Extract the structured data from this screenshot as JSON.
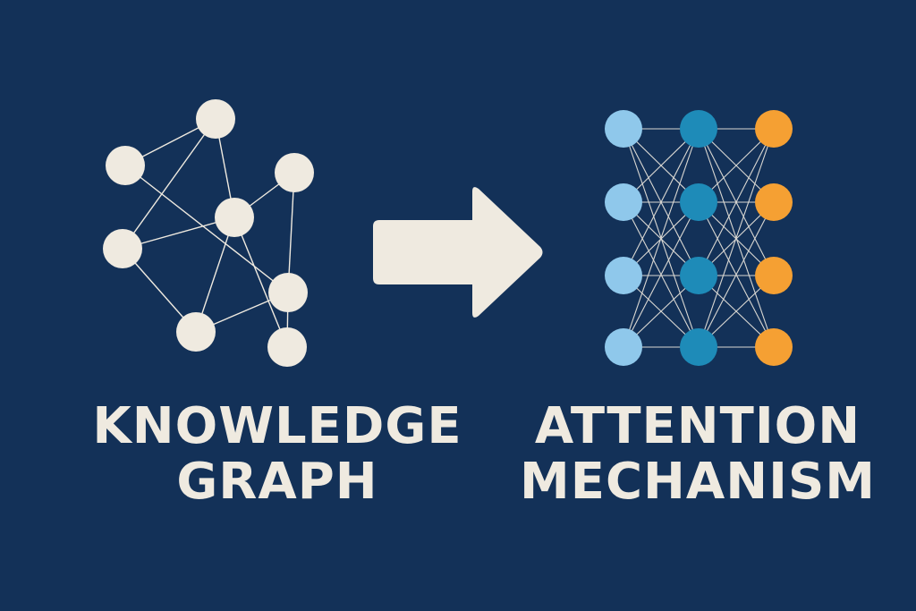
{
  "left_title": {
    "line1": "KNOWLEDGE",
    "line2": "GRAPH"
  },
  "right_title": {
    "line1": "ATTENTION",
    "line2": "MECHANISM"
  },
  "icons": {
    "left": "knowledge-graph-icon",
    "center": "right-arrow-icon",
    "right": "neural-network-icon"
  },
  "colors": {
    "background": "#133158",
    "cream": "#EFEAE0",
    "light_blue": "#8FC8EB",
    "teal_blue": "#1E8BB8",
    "orange": "#F5A033",
    "edge": "#EFEAE0"
  }
}
